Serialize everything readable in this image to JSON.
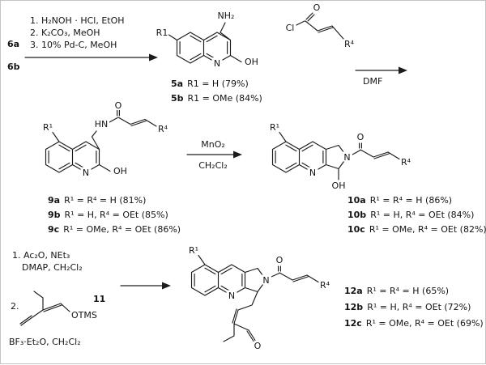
{
  "title": "Quinoline / pyrroloquinoline reaction scheme",
  "colors": {
    "background": "#ffffff",
    "bond": "#1c1c1c",
    "text": "#141414"
  },
  "reactants": {
    "a": "6a",
    "b": "6b"
  },
  "steps": {
    "step1": {
      "conditions": [
        "1. H₂NOH · HCl, EtOH",
        "2. K₂CO₃, MeOH",
        "3. 10% Pd-C, MeOH"
      ]
    },
    "acylation": {
      "solvent": "DMF"
    },
    "step2": {
      "oxidant": "MnO₂",
      "solvent": "CH₂Cl₂"
    },
    "step3": {
      "conditions": [
        "1. Ac₂O, NEt₃",
        "DMAP, CH₂Cl₂",
        "2.",
        "BF₃·Et₂O, CH₂Cl₂"
      ],
      "reagent_number": "11"
    }
  },
  "atoms": {
    "s5": {
      "r1": "R1",
      "nh2": "NH₂",
      "n": "N",
      "oh": "OH"
    },
    "acyl_chloride": {
      "cl": "Cl",
      "o": "O",
      "r4": "R⁴"
    },
    "s9": {
      "r1": "R¹",
      "hn": "HN",
      "o": "O",
      "r4": "R⁴",
      "n": "N",
      "oh": "OH"
    },
    "s10": {
      "r1": "R¹",
      "n_ring": "N",
      "n_amide": "N",
      "o": "O",
      "oh": "OH",
      "r4": "R⁴"
    },
    "diene11": {
      "otms": "OTMS"
    },
    "s12": {
      "r1": "R¹",
      "n_ring": "N",
      "n_amide": "N",
      "o_amide": "O",
      "r4": "R⁴",
      "o_aldehyde": "O"
    }
  },
  "captions": {
    "c5": [
      {
        "id": "5a",
        "text": "R1 = H (79%)"
      },
      {
        "id": "5b",
        "text": "R1 = OMe (84%)"
      }
    ],
    "c9": [
      {
        "id": "9a",
        "text": "R¹ = R⁴ = H (81%)"
      },
      {
        "id": "9b",
        "text": "R¹ = H, R⁴ = OEt (85%)"
      },
      {
        "id": "9c",
        "text": "R¹ = OMe, R⁴ = OEt (86%)"
      }
    ],
    "c10": [
      {
        "id": "10a",
        "text": "R¹ = R⁴ = H (86%)"
      },
      {
        "id": "10b",
        "text": "R¹ = H, R⁴ = OEt (84%)"
      },
      {
        "id": "10c",
        "text": "R¹ = OMe, R⁴ = OEt (82%)"
      }
    ],
    "c12": [
      {
        "id": "12a",
        "text": "R¹ = R⁴ = H (65%)"
      },
      {
        "id": "12b",
        "text": "R¹ = H, R⁴ = OEt (72%)"
      },
      {
        "id": "12c",
        "text": "R¹ = OMe, R⁴ = OEt (69%)"
      }
    ]
  }
}
